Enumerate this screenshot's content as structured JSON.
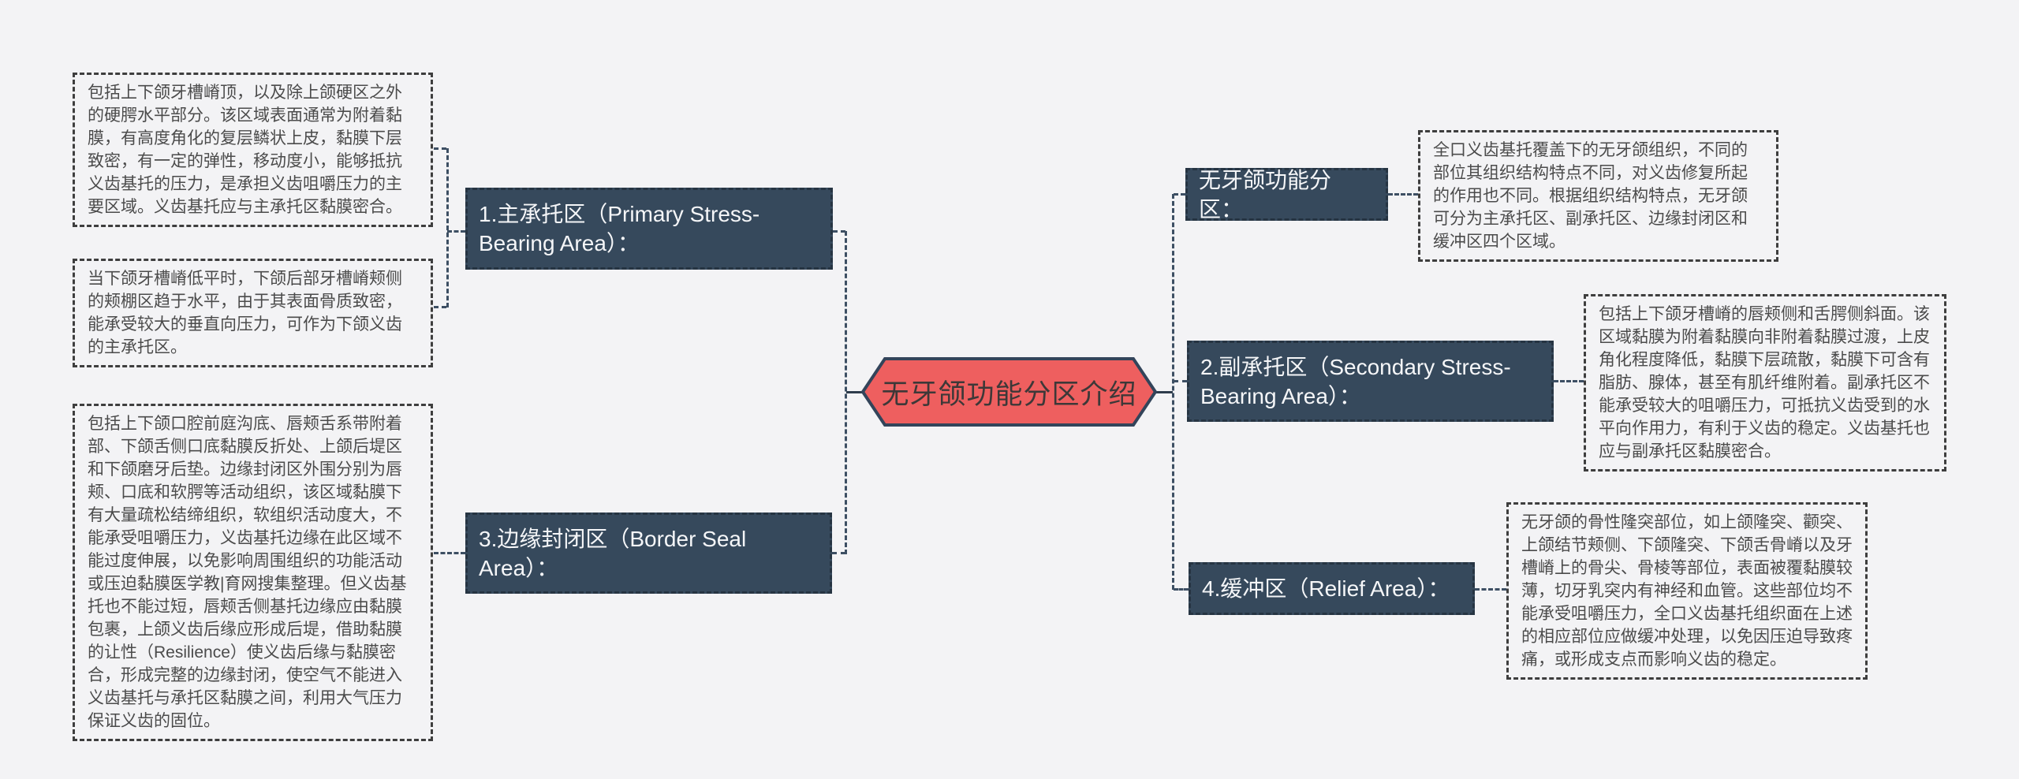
{
  "central": {
    "title": "无牙颌功能分区介绍"
  },
  "nodes": {
    "overview": "无牙颌功能分区：",
    "zone1": "1.主承托区（Primary Stress-Bearing Area）：",
    "zone2": "2.副承托区（Secondary Stress-Bearing Area）：",
    "zone3": "3.边缘封闭区（Border Seal Area）：",
    "zone4": "4.缓冲区（Relief Area）："
  },
  "notes": {
    "zone1_main": "包括上下颌牙槽嵴顶，以及除上颌硬区之外的硬腭水平部分。该区域表面通常为附着黏膜，有高度角化的复层鳞状上皮，黏膜下层致密，有一定的弹性，移动度小，能够抵抗义齿基托的压力，是承担义齿咀嚼压力的主要区域。义齿基托应与主承托区黏膜密合。",
    "zone1_secondary": "当下颌牙槽嵴低平时，下颌后部牙槽嵴颊侧的颊棚区趋于水平，由于其表面骨质致密，能承受较大的垂直向压力，可作为下颌义齿的主承托区。",
    "zone3_detail": "包括上下颌口腔前庭沟底、唇颊舌系带附着部、下颌舌侧口底黏膜反折处、上颌后堤区和下颌磨牙后垫。边缘封闭区外围分别为唇颊、口底和软腭等活动组织，该区域黏膜下有大量疏松结缔组织，软组织活动度大，不能承受咀嚼压力，义齿基托边缘在此区域不能过度伸展，以免影响周围组织的功能活动或压迫黏膜医学教|育网搜集整理。但义齿基托也不能过短，唇颊舌侧基托边缘应由黏膜包裹，上颌义齿后缘应形成后堤，借助黏膜的让性（Resilience）使义齿后缘与黏膜密合，形成完整的边缘封闭，使空气不能进入义齿基托与承托区黏膜之间，利用大气压力保证义齿的固位。",
    "overview_intro": "全口义齿基托覆盖下的无牙颌组织，不同的部位其组织结构特点不同，对义齿修复所起的作用也不同。根据组织结构特点，无牙颌可分为主承托区、副承托区、边缘封闭区和缓冲区四个区域。",
    "zone2_detail": "包括上下颌牙槽嵴的唇颊侧和舌腭侧斜面。该区域黏膜为附着黏膜向非附着黏膜过渡，上皮角化程度降低，黏膜下层疏散，黏膜下可含有脂肪、腺体，甚至有肌纤维附着。副承托区不能承受较大的咀嚼压力，可抵抗义齿受到的水平向作用力，有利于义齿的稳定。义齿基托也应与副承托区黏膜密合。",
    "zone4_detail": "无牙颌的骨性隆突部位，如上颌隆突、颧突、上颌结节颊侧、下颌隆突、下颌舌骨嵴以及牙槽嵴上的骨尖、骨棱等部位，表面被覆黏膜较薄，切牙乳突内有神经和血管。这些部位均不能承受咀嚼压力，全口义齿基托组织面在上述的相应部位应做缓冲处理，以免因压迫导致疼痛，或形成支点而影响义齿的稳定。"
  },
  "colors": {
    "background": "#f3f3f5",
    "branch_node_fill": "#36495c",
    "branch_node_text": "#f5f6f8",
    "central_topic_fill": "#ee5f5f",
    "central_topic_border": "#33445a",
    "central_topic_text": "#3d3838",
    "connector": "#3d4f63",
    "note_border": "#3e3e3e",
    "note_text": "#4b4b4b"
  }
}
